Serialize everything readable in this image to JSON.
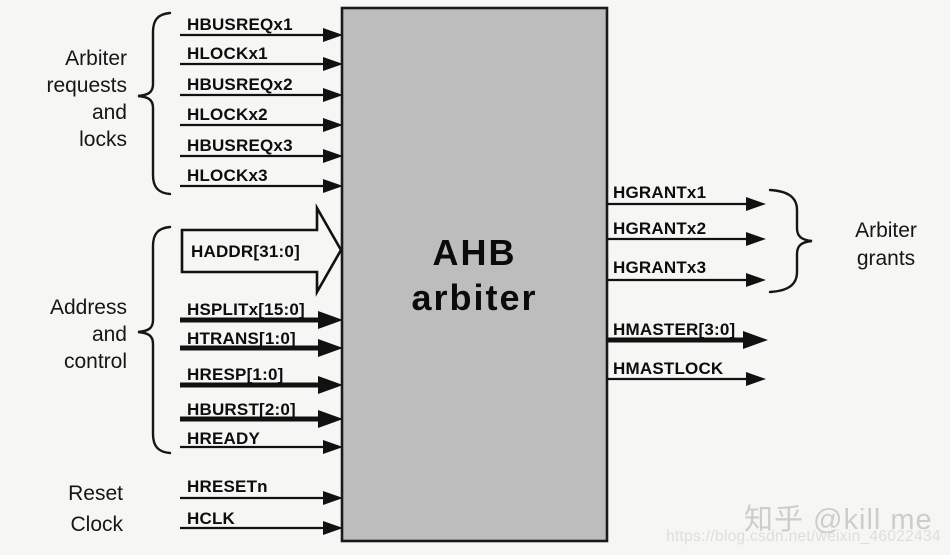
{
  "block": {
    "title_line1": "AHB",
    "title_line2": "arbiter"
  },
  "group_labels": {
    "requests": [
      "Arbiter",
      "requests",
      "and",
      "locks"
    ],
    "address": [
      "Address",
      "and",
      "control"
    ],
    "reset_clock": [
      "Reset",
      "Clock"
    ],
    "grants": [
      "Arbiter",
      "grants"
    ]
  },
  "signals": {
    "requests": [
      "HBUSREQx1",
      "HLOCKx1",
      "HBUSREQx2",
      "HLOCKx2",
      "HBUSREQx3",
      "HLOCKx3"
    ],
    "haddr": "HADDR[31:0]",
    "address": [
      "HSPLITx[15:0]",
      "HTRANS[1:0]",
      "HRESP[1:0]",
      "HBURST[2:0]",
      "HREADY"
    ],
    "reset_clock": [
      "HRESETn",
      "HCLK"
    ],
    "grants": [
      "HGRANTx1",
      "HGRANTx2",
      "HGRANTx3"
    ],
    "master": [
      "HMASTER[3:0]",
      "HMASTLOCK"
    ]
  },
  "watermark": {
    "brand": "知乎 @kill me",
    "url": "https://blog.csdn.net/weixin_46022434"
  },
  "colors": {
    "background": "#f6f6f4",
    "block_fill": "#bdbdbd",
    "stroke": "#111111",
    "watermark_brand": "#cdcdcb",
    "watermark_url": "#dededb"
  }
}
